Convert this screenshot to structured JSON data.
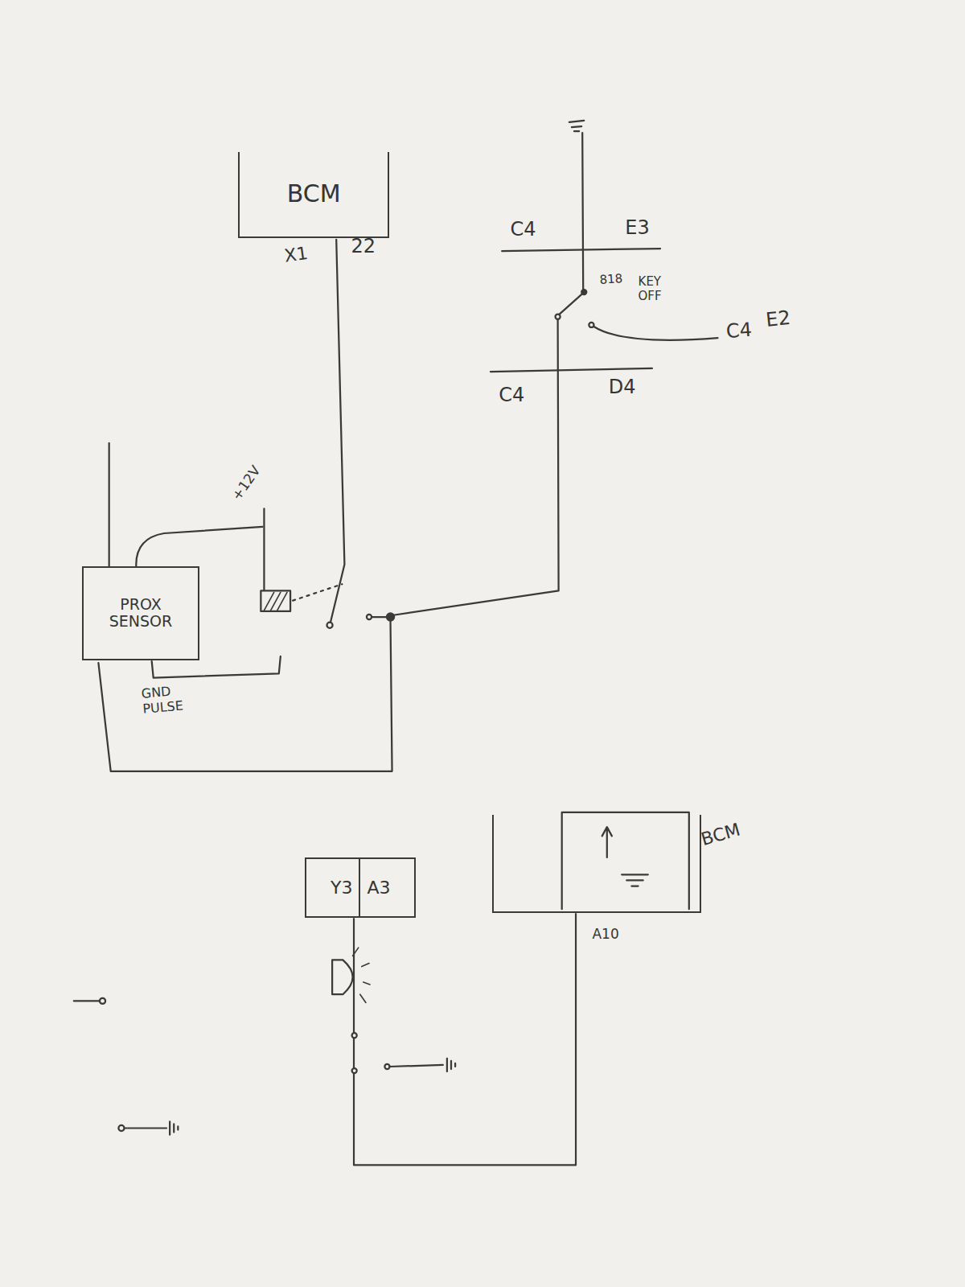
{
  "diagram": {
    "nodes": [
      {
        "text": [
          "BCM"
        ]
      },
      {
        "text": [
          "PROX SENSOR"
        ]
      },
      {
        "text": [
          "Y3",
          "A3"
        ]
      },
      {
        "text": [
          "BCM"
        ]
      }
    ],
    "edges": [
      {
        "from": 2,
        "to": 3,
        "arrow": "none"
      }
    ],
    "labels": [
      "X1",
      "22",
      "C4",
      "E3",
      "818",
      "KEY OFF",
      "C4",
      "E2",
      "C4",
      "D4",
      "+12V",
      "GND PULSE",
      "A10"
    ]
  }
}
